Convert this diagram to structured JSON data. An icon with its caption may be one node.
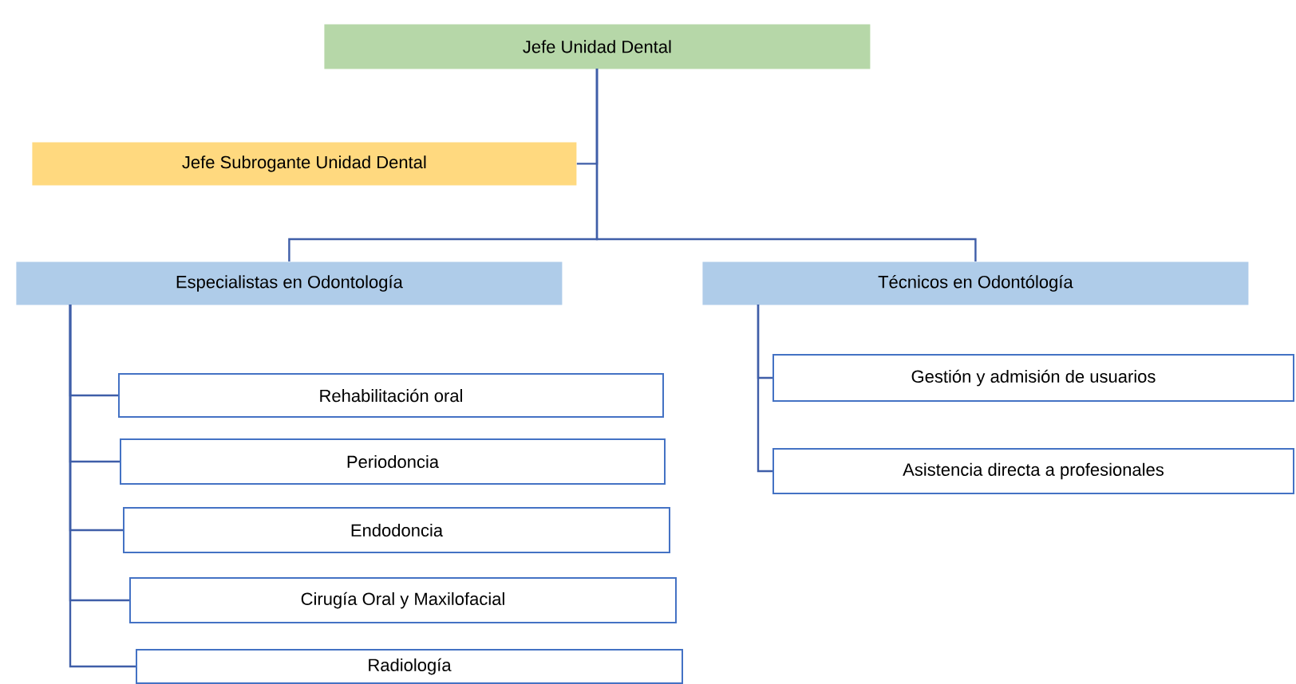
{
  "diagram": {
    "nodes": [
      {
        "text": [
          "Jefe Unidad Dental"
        ]
      },
      {
        "text": [
          "Jefe Subrogante Unidad Dental"
        ]
      },
      {
        "text": [
          "Especialistas en Odontología"
        ]
      },
      {
        "text": [
          "Técnicos en Odontólogía"
        ]
      },
      {
        "text": [
          "Rehabilitación oral"
        ]
      },
      {
        "text": [
          "Periodoncia"
        ]
      },
      {
        "text": [
          "Endodoncia"
        ]
      },
      {
        "text": [
          "Cirugía Oral y Maxilofacial"
        ]
      },
      {
        "text": [
          "Radiología"
        ]
      },
      {
        "text": [
          "Gestión y admisión de usuarios"
        ]
      },
      {
        "text": [
          "Asistencia directa a profesionales"
        ]
      }
    ],
    "edges": [
      {
        "from": 0,
        "to": 1,
        "arrow": "none"
      },
      {
        "from": 0,
        "to": 2,
        "arrow": "none"
      },
      {
        "from": 0,
        "to": 3,
        "arrow": "none"
      },
      {
        "from": 2,
        "to": 4,
        "arrow": "none"
      },
      {
        "from": 2,
        "to": 5,
        "arrow": "none"
      },
      {
        "from": 2,
        "to": 6,
        "arrow": "none"
      },
      {
        "from": 2,
        "to": 7,
        "arrow": "none"
      },
      {
        "from": 2,
        "to": 8,
        "arrow": "none"
      },
      {
        "from": 3,
        "to": 9,
        "arrow": "none"
      },
      {
        "from": 3,
        "to": 10,
        "arrow": "none"
      }
    ]
  }
}
